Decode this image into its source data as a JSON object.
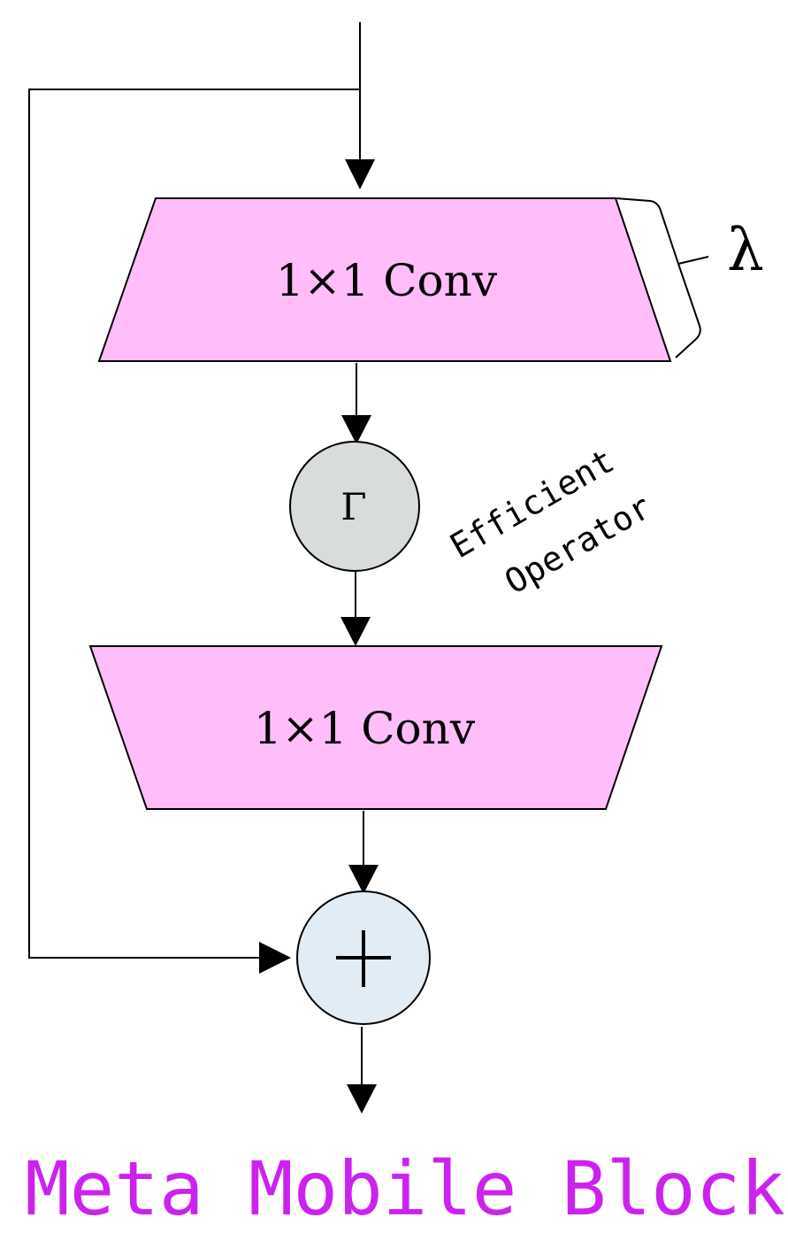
{
  "diagram": {
    "conv_top_label": "1×1 Conv",
    "conv_bottom_label": "1×1 Conv",
    "expansion_symbol": "λ",
    "operator_symbol": "Γ",
    "operator_caption_line1": "Efficient",
    "operator_caption_line2": "Operator",
    "add_symbol": "+",
    "title": "Meta Mobile Block"
  },
  "colors": {
    "conv_fill": "#ffbdf9",
    "operator_fill": "#d8dcdc",
    "add_fill": "#e2ecf4",
    "title_color": "#cc22ee",
    "stroke": "#000000"
  }
}
